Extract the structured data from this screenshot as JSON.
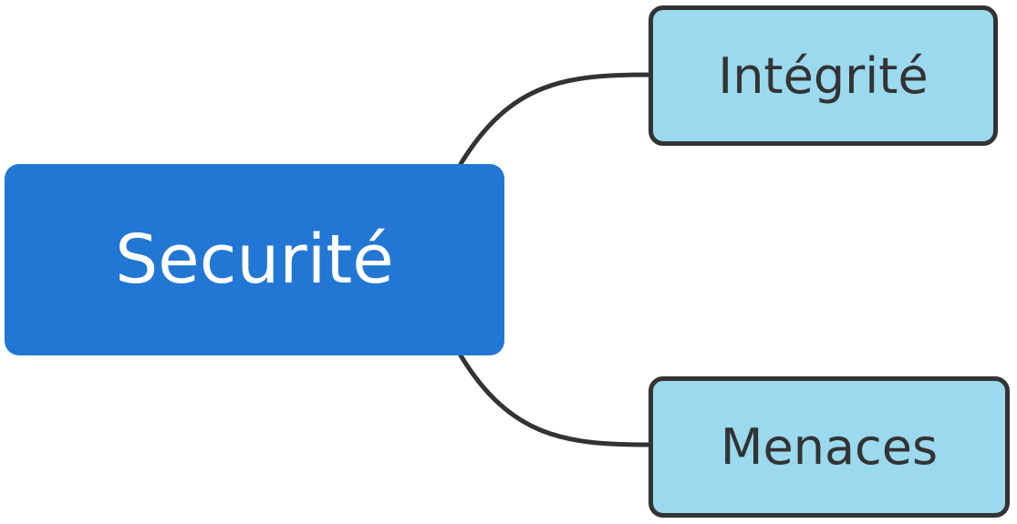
{
  "diagram": {
    "root": {
      "label": "Securité"
    },
    "children": [
      {
        "label": "Intégrité"
      },
      {
        "label": "Menaces"
      }
    ]
  },
  "colors": {
    "root_fill": "#2277d4",
    "root_text": "#ffffff",
    "child_fill": "#9ad9ee",
    "child_border": "#333333",
    "child_text": "#333333",
    "connector": "#333333"
  }
}
